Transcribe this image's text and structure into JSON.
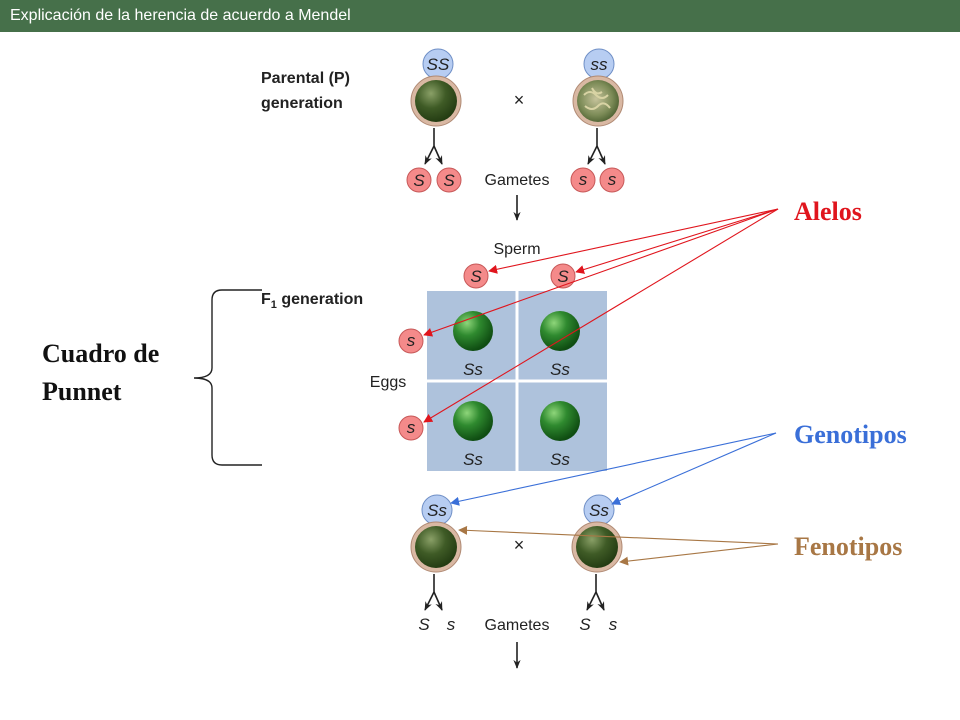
{
  "title": "Explicación de la herencia de acuerdo a Mendel",
  "parental": {
    "label_line1": "Parental (P)",
    "label_line2": "generation",
    "genotype_left": "SS",
    "genotype_right": "ss",
    "cross_symbol": "×",
    "gametes_label": "Gametes",
    "gamete_left_1": "S",
    "gamete_left_2": "S",
    "gamete_right_1": "s",
    "gamete_right_2": "s"
  },
  "f1": {
    "label_prefix": "F",
    "label_sub": "1",
    "label_rest": " generation",
    "sperm_label": "Sperm",
    "eggs_label": "Eggs",
    "sperm_1": "S",
    "sperm_2": "S",
    "egg_1": "s",
    "egg_2": "s",
    "cells": [
      "Ss",
      "Ss",
      "Ss",
      "Ss"
    ]
  },
  "offspring": {
    "genotype_left": "Ss",
    "genotype_right": "Ss",
    "cross_symbol": "×",
    "gametes_label": "Gametes",
    "gamete_left_1": "S",
    "gamete_left_2": "s",
    "gamete_right_1": "S",
    "gamete_right_2": "s"
  },
  "annotations": {
    "alelos": "Alelos",
    "genotipos": "Genotipos",
    "fenotipos": "Fenotipos",
    "punnet_line1": "Cuadro de",
    "punnet_line2": "Punnet"
  },
  "colors": {
    "title_bar": "#46704a",
    "alelos": "#e0151d",
    "genotipos": "#3a6fd8",
    "fenotipos": "#a87745",
    "punnett_grid": "#aec2dc",
    "allele_fill": "#f48a8a",
    "genotype_fill": "#b7cdf2",
    "pea_green": "#2f8a2f"
  }
}
